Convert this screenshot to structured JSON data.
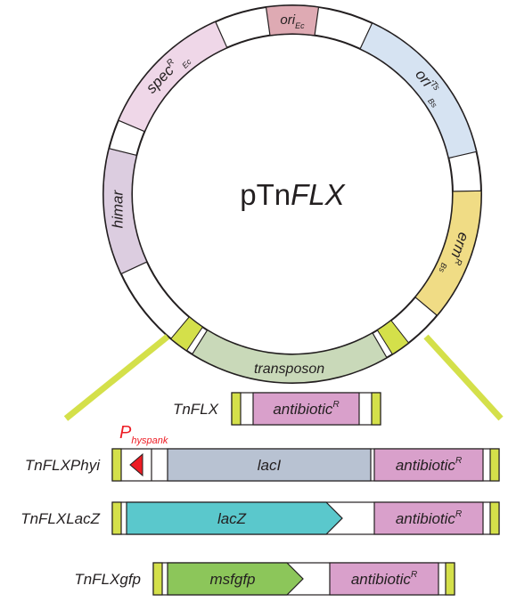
{
  "plasmid": {
    "name_prefix": "pTn",
    "name_italic": "FLX",
    "segments": [
      {
        "id": "oriEc",
        "base": "ori",
        "sub": "Ec",
        "color": "#deaab3"
      },
      {
        "id": "oriTs",
        "base": "ori",
        "sup": "Ts",
        "sub": "Bs",
        "color": "#d6e3f2"
      },
      {
        "id": "ermR",
        "base": "erm",
        "sup": "R",
        "sub": "Bs",
        "color": "#f0dc85"
      },
      {
        "id": "transposon",
        "base": "transposon",
        "color": "#c9d9b9"
      },
      {
        "id": "himar",
        "base": "himar",
        "color": "#dccde0"
      },
      {
        "id": "specR",
        "base": "spec",
        "sup": "R",
        "sub": "Ec",
        "color": "#efd7e8"
      }
    ],
    "ir_color": "#d4e04a"
  },
  "constructs": [
    {
      "name": "TnFLX",
      "parts": [
        {
          "type": "gene",
          "label": "antibiotic",
          "sup": "R",
          "color": "#d9a0cb"
        }
      ]
    },
    {
      "name": "TnFLXPhyi",
      "promoter": {
        "label": "P",
        "sub": "hyspank",
        "color": "#ed1c24"
      },
      "parts": [
        {
          "type": "gene",
          "label": "lacI",
          "color": "#b8c2d2"
        },
        {
          "type": "gene",
          "label": "antibiotic",
          "sup": "R",
          "color": "#d9a0cb"
        }
      ]
    },
    {
      "name": "TnFLXLacZ",
      "parts": [
        {
          "type": "arrow",
          "label": "lacZ",
          "color": "#5ac8cc"
        },
        {
          "type": "gene",
          "label": "antibiotic",
          "sup": "R",
          "color": "#d9a0cb"
        }
      ]
    },
    {
      "name": "TnFLXgfp",
      "parts": [
        {
          "type": "arrow",
          "label": "msfgfp",
          "color": "#8cc65a"
        },
        {
          "type": "gene",
          "label": "antibiotic",
          "sup": "R",
          "color": "#d9a0cb"
        }
      ]
    }
  ]
}
